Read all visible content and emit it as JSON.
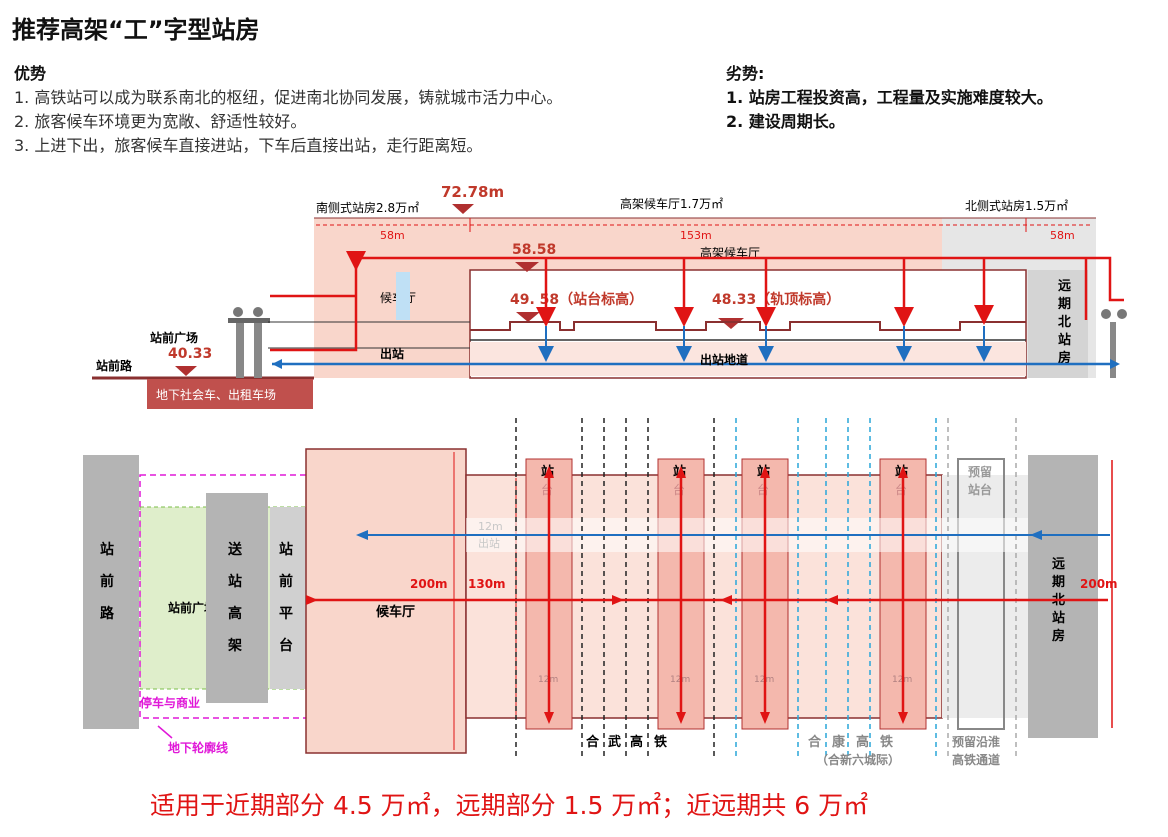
{
  "title": "推荐高架“工”字型站房",
  "advantages": {
    "heading": "优势",
    "items": [
      "1. 高铁站可以成为联系南北的枢纽，促进南北协同发展，铸就城市活力中心。",
      "2. 旅客候车环境更为宽敞、舒适性较好。",
      "3. 上进下出，旅客候车直接进站，下车后直接出站，走行距离短。"
    ]
  },
  "disadvantages": {
    "heading": "劣势:",
    "items": [
      "1. 站房工程投资高，工程量及实施难度较大。",
      "2. 建设周期长。"
    ]
  },
  "section": {
    "south_station": "南侧式站房2.8万㎡",
    "elevation_top": "72.78m",
    "elevated_hall": "高架候车厅1.7万㎡",
    "north_station": "北侧式站房1.5万㎡",
    "dim_left": "58m",
    "dim_mid": "153m",
    "dim_right": "58m",
    "elevation_hall": "58.58",
    "hall_label": "高架候车厅",
    "waiting_room": "候车厅",
    "platform_elev": "49. 58（站台标高）",
    "rail_elev": "48.33（轨顶标高）",
    "plaza": "站前广场",
    "plaza_elev": "40.33",
    "road": "站前路",
    "exit": "出站",
    "exit_tunnel": "出站地道",
    "underground": "地下社会车、出租车场",
    "far_north": [
      "远",
      "期",
      "北",
      "站",
      "房"
    ]
  },
  "plan": {
    "road": [
      "站",
      "前",
      "路"
    ],
    "plaza": "站前广场",
    "elevated_drop": [
      "送",
      "站",
      "高",
      "架"
    ],
    "front_platform": [
      "站",
      "前",
      "平",
      "台"
    ],
    "waiting": "候车厅",
    "dim_200_left": "200m",
    "dim_130": "130m",
    "dim_12m_a": "12m",
    "exit_label": "出站",
    "dim_12m_small": [
      "12m",
      "12m",
      "12m",
      "12m"
    ],
    "platform_station": [
      "站",
      "站",
      "站",
      "站"
    ],
    "platform_sub": [
      "台",
      "台",
      "台",
      "台"
    ],
    "reserved_platform": [
      "预留",
      "站台"
    ],
    "far_north": [
      "远",
      "期",
      "北",
      "站",
      "房"
    ],
    "dim_200_right": "200m",
    "parking": "停车与商业",
    "underground_outline": "地下轮廓线",
    "hewu": [
      "合",
      "武",
      "高",
      "铁"
    ],
    "hekang": [
      "合",
      "康",
      "高",
      "铁"
    ],
    "hekang_sub": "（合新六城际）",
    "reserved_rail": [
      "预留沿淮",
      "高铁通道"
    ]
  },
  "footer": "适用于近期部分 4.5 万㎡，远期部分 1.5 万㎡；近远期共 6 万㎡",
  "colors": {
    "red": "#e01414",
    "blue": "#1f6fc0",
    "pink": "#f9d6cb",
    "gray": "#c8c8c8",
    "magenta": "#e018d8"
  }
}
